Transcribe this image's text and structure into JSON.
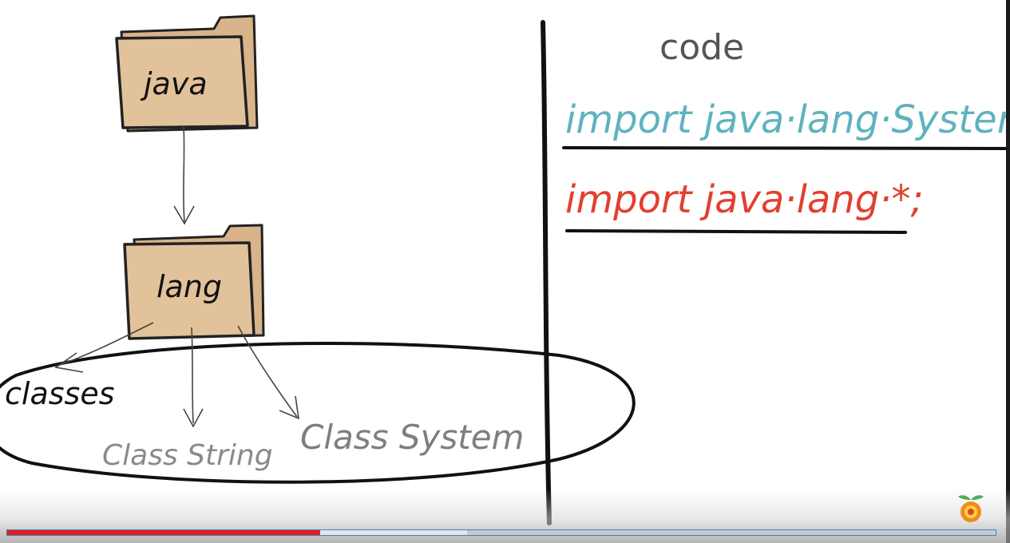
{
  "diagram": {
    "folders": {
      "parent": "java",
      "child": "lang"
    },
    "nodes": {
      "classes": "classes",
      "class_string": "Class String",
      "class_system": "Class System"
    }
  },
  "code_panel": {
    "heading": "code",
    "lines": [
      {
        "text": "import java·lang·System",
        "color": "#5fb3bd"
      },
      {
        "text": "import java·lang·*;",
        "color": "#e2402f"
      }
    ]
  },
  "player": {
    "played_fraction": 0.317,
    "buffered_fraction": 0.465,
    "progress_color": "#e41d1d",
    "border_color": "#3a7fd6"
  },
  "colors": {
    "folder_fill": "#e2c29b",
    "folder_stroke": "#222222",
    "ink": "#111111"
  },
  "icons": {
    "watermark": "orange-fruit-logo-icon"
  }
}
